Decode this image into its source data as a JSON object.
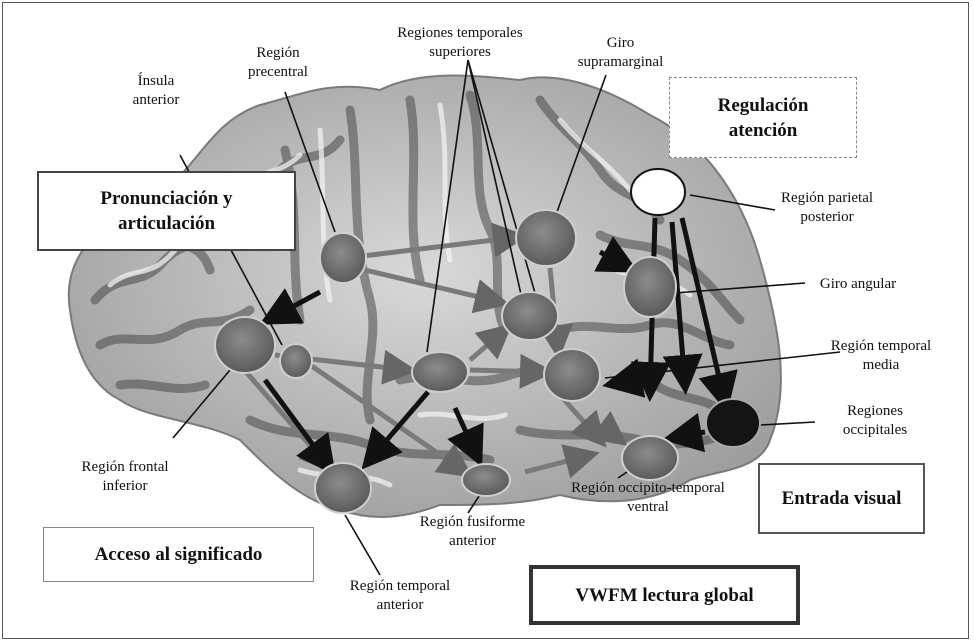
{
  "boxes": {
    "pronunciacion": "Pronunciación y\narticulación",
    "regulacion": "Regulación\natención",
    "acceso": "Acceso al significado",
    "entrada": "Entrada visual",
    "vwfm": "VWFM lectura global"
  },
  "labels": {
    "insula": "Ínsula\nanterior",
    "precentral": "Región\nprecentral",
    "temporales_sup": "Regiones temporales\nsuperiores",
    "supramarginal": "Giro\nsupramarginal",
    "parietal_post": "Región parietal\nposterior",
    "giro_angular": "Giro angular",
    "temporal_media": "Región temporal\nmedia",
    "occipitales": "Regiones\noccipitales",
    "frontal_inf": "Región frontal\ninferior",
    "occipito_temporal": "Región occipito-temporal\nventral",
    "fusiforme": "Región fusiforme\nanterior",
    "temporal_ant": "Región temporal\nanterior"
  },
  "colors": {
    "region_fill": "#7a7a7a",
    "region_stroke": "#c8c8c8",
    "arrow_dark": "#111111",
    "arrow_light": "#777777",
    "brain_base": "#bdbdbd"
  }
}
